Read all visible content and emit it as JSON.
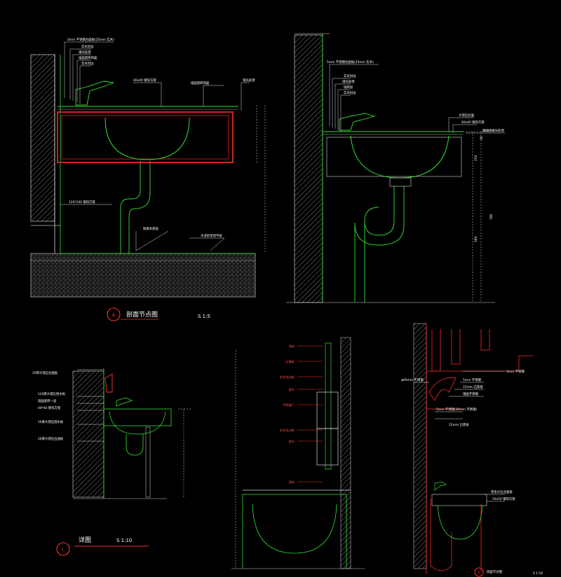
{
  "colors": {
    "background": "#000000",
    "wall_hatch": "#bdbdbd",
    "cabinet": "#ff2a2a",
    "basin": "#35e035",
    "leader_text": "#ffffff",
    "dims": "#e8e8e8",
    "callout": "#ff3030"
  },
  "detail_a": {
    "marker": "A",
    "title": "剖面节点图",
    "scale": "S 1:5",
    "labels": [
      "5mm 不锈钢台面板(25mm 实木)",
      "实木封边",
      "镜光处理",
      "墙面瓷砖饰面",
      "实木封边",
      "40x40 镀锌方管",
      "墙面瓷砖饰面",
      "镜光处理",
      "120*240 镀锌方管",
      "防腐木基层",
      "水泥砂浆找平层"
    ]
  },
  "detail_b": {
    "labels": [
      "5mm 不锈钢台面板(25mm 实木)",
      "实木封边",
      "镜光处理",
      "墙砖层",
      "实木封边",
      "大理石台面",
      "40x40 镀锌方管",
      "踢脚线做光处理"
    ],
    "dims": [
      "20",
      "250",
      "780",
      "560"
    ]
  },
  "detail_c": {
    "marker": "C",
    "title": "详图",
    "scale": "S 1:10",
    "labels": [
      "20厚大理石台面板",
      "120厚大理石挡水板",
      "墙面瓷砖一层",
      "40*40 镀锌方管",
      "20厚大理石挡水板",
      "20厚大理石台面板"
    ]
  },
  "detail_d": {
    "labels": [
      "墙体",
      "石膏板",
      "铝合金边框",
      "镜子",
      "不锈钢门",
      "铝合金边框",
      "镜子",
      "墙体"
    ]
  },
  "detail_e": {
    "marker": "E",
    "title": "剖面节点图",
    "scale": "S 1:10",
    "labels": [
      "φ60mm 不锈钢",
      "5mm 不锈钢",
      "5mm 不锈钢",
      "15mm 石膏板",
      "5mm 不锈钢(20mm 不锈钢)",
      "15mm 石膏板",
      "镜面不锈钢",
      "黑金沙石台面板",
      "50x50 镀锌方管"
    ]
  }
}
